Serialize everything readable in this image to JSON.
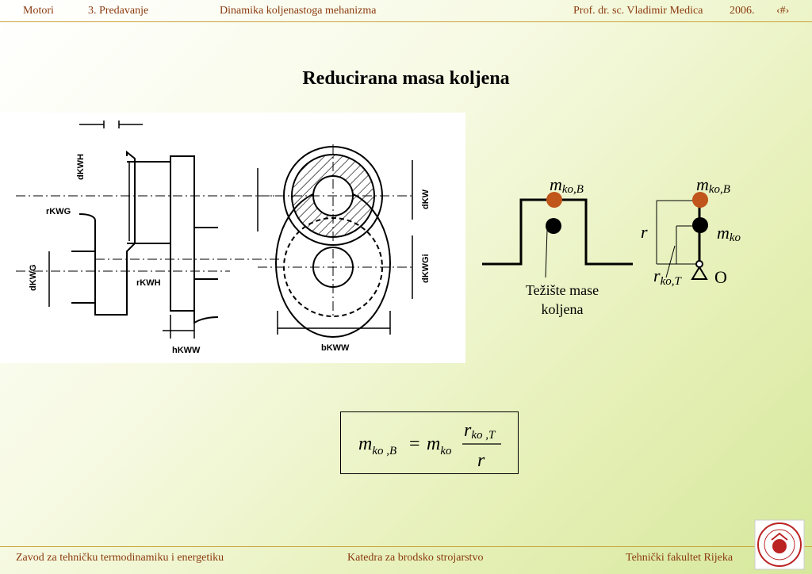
{
  "header": {
    "course": "Motori",
    "lecture": "3. Predavanje",
    "topic": "Dinamika koljenastoga mehanizma",
    "author": "Prof. dr. sc. Vladimir Medica",
    "year": "2006.",
    "page": "‹#›"
  },
  "slide": {
    "title": "Reducirana masa koljena"
  },
  "drawing_labels": {
    "d_kwh": "dKWH",
    "r_kwg": "rKWG",
    "d_kwg": "dKWG",
    "r_kwh": "rKWH",
    "h_kww": "hKWW",
    "b_kww": "bKWW",
    "d_kw": "dKW",
    "d_kwgi": "dKWGi"
  },
  "diagram": {
    "m_ko_b_left": "m",
    "m_ko_b_left_sub": "ko,B",
    "m_ko_b_right": "m",
    "m_ko_b_right_sub": "ko,B",
    "r": "r",
    "m_ko": "m",
    "m_ko_sub": "ko",
    "r_ko_t": "r",
    "r_ko_t_sub": "ko,T",
    "o": "O",
    "caption_line1": "Težište mase",
    "caption_line2": "koljena",
    "mass_color": "#c0561c",
    "dot_color": "#000000"
  },
  "formula": {
    "lhs": "m",
    "lhs_sub": "ko ,B",
    "eq": "=",
    "m": "m",
    "m_sub": "ko",
    "num": "r",
    "num_sub": "ko ,T",
    "den": "r"
  },
  "footer": {
    "left": "Zavod za tehničku termodinamiku i energetiku",
    "center": "Katedra za brodsko strojarstvo",
    "right": "Tehnički fakultet Rijeka"
  },
  "colors": {
    "header_text": "#8b3a0f",
    "rule": "#c9a43a"
  }
}
